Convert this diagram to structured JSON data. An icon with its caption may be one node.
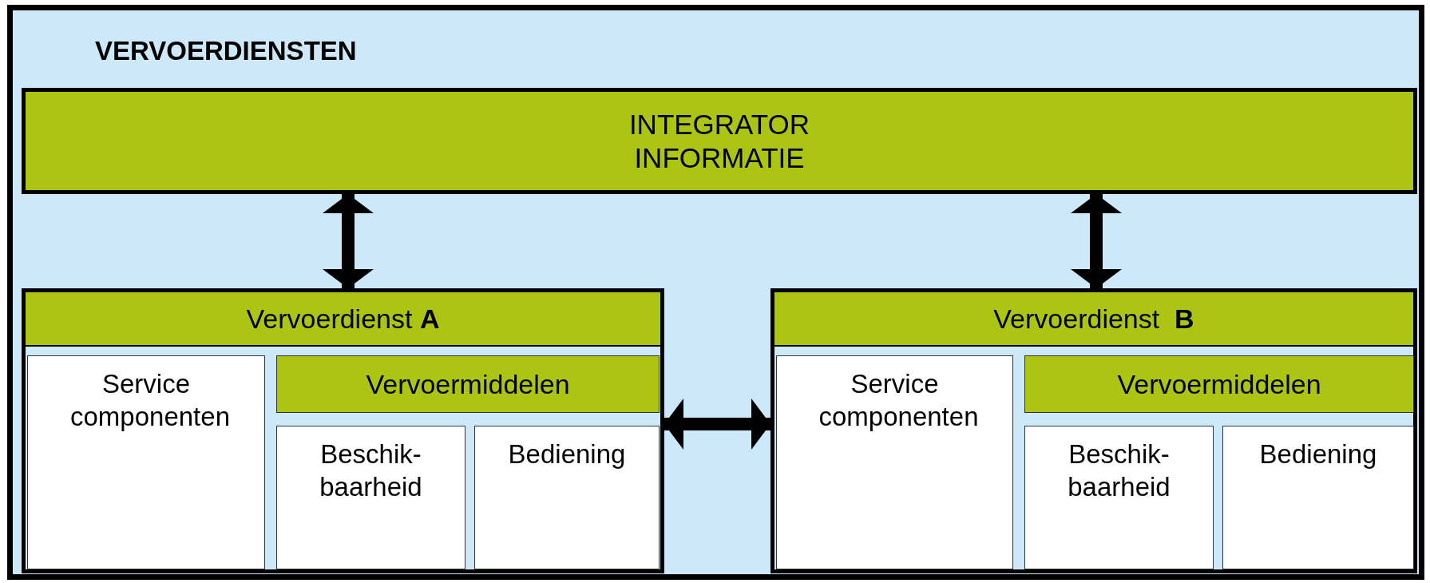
{
  "diagram": {
    "nodes": [
      {
        "text": [
          "VERVOERDIENSTEN"
        ]
      },
      {
        "text": [
          "INTEGRATOR INFORMATIE"
        ],
        "in": 0
      },
      {
        "text": [
          "Vervoerdienst **A**"
        ],
        "in": 0
      },
      {
        "text": [
          "Service componenten"
        ],
        "in": 2
      },
      {
        "text": [
          "Vervoermiddelen"
        ],
        "in": 2
      },
      {
        "text": [
          "Beschik- baarheid"
        ],
        "in": 2
      },
      {
        "text": [
          "Bediening"
        ],
        "in": 2
      },
      {
        "text": [
          "Vervoerdienst  **B**"
        ],
        "in": 0
      },
      {
        "text": [
          "Service componenten"
        ],
        "in": 7
      },
      {
        "text": [
          "Vervoermiddelen"
        ],
        "in": 7
      },
      {
        "text": [
          "Beschik- baarheid"
        ],
        "in": 7
      },
      {
        "text": [
          "Bediening"
        ],
        "in": 7
      }
    ],
    "edges": [
      {
        "from": 1,
        "to": 2,
        "arrow": "both"
      },
      {
        "from": 1,
        "to": 7,
        "arrow": "both"
      },
      {
        "from": 2,
        "to": 7,
        "arrow": "both"
      }
    ]
  }
}
